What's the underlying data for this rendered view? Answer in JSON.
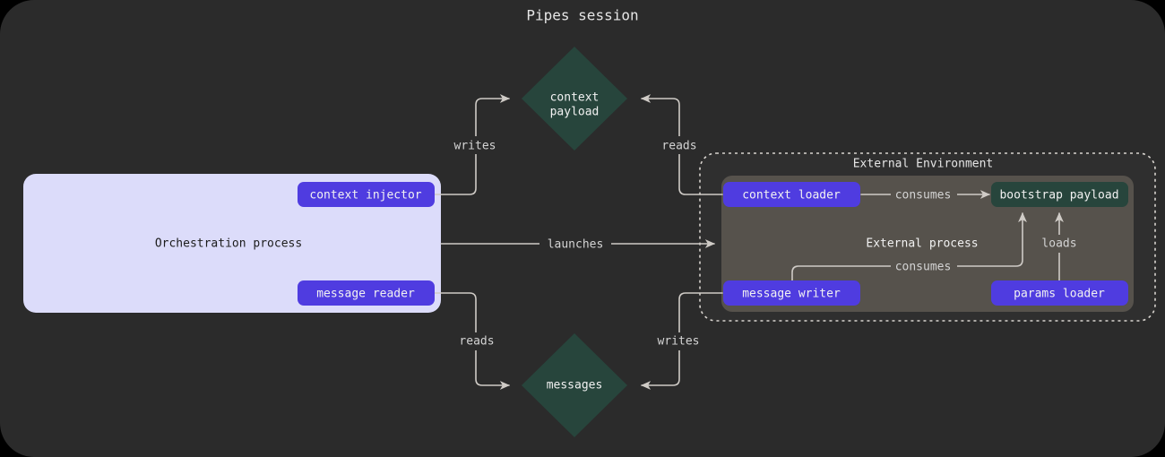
{
  "title": "Pipes session",
  "theme": {
    "canvas_bg": "#2b2b2b",
    "page_bg": "#000000",
    "orchestration_panel_bg": "#dcdcfa",
    "button_purple": "#4f3ce0",
    "store_teal": "#27453c",
    "external_env_bg": "#2f2f2f",
    "external_process_bg": "#56524c",
    "edge_stroke": "#cfcbc6",
    "text_light": "#f2f2f2",
    "text_dark": "#1c1c1c"
  },
  "orchestration": {
    "label": "Orchestration process",
    "buttons": [
      {
        "label": "context injector"
      },
      {
        "label": "message reader"
      }
    ]
  },
  "external_environment": {
    "label": "External Environment",
    "process_label": "External process",
    "buttons": [
      {
        "label": "context loader"
      },
      {
        "label": "message writer"
      },
      {
        "label": "params loader"
      }
    ],
    "stores": [
      {
        "label": "bootstrap payload"
      }
    ]
  },
  "stores": [
    {
      "label_line1": "context",
      "label_line2": "payload"
    },
    {
      "label_line1": "messages",
      "label_line2": ""
    }
  ],
  "edges": [
    {
      "label": "writes"
    },
    {
      "label": "reads"
    },
    {
      "label": "launches"
    },
    {
      "label": "consumes"
    },
    {
      "label": "loads"
    },
    {
      "label": "reads"
    },
    {
      "label": "writes"
    },
    {
      "label": "consumes"
    }
  ]
}
